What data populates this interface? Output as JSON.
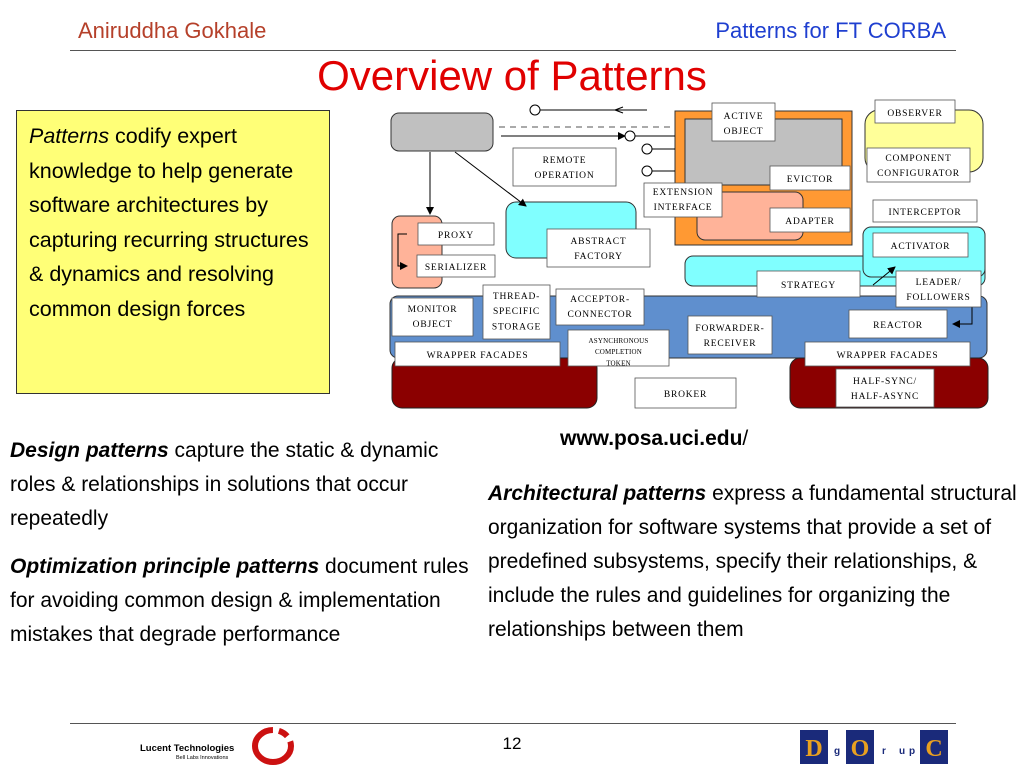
{
  "header": {
    "author": "Aniruddha Gokhale",
    "topic": "Patterns for FT CORBA"
  },
  "title": "Overview of Patterns",
  "note": {
    "lead": "Patterns",
    "rest": " codify expert knowledge to help generate software architectures by capturing recurring structures & dynamics and resolving common design forces"
  },
  "diagram": {
    "boxes": {
      "active_object": "ACTIVE OBJECT",
      "observer": "OBSERVER",
      "remote_operation": "REMOTE OPERATION",
      "component_configurator": "COMPONENT CONFIGURATOR",
      "evictor": "EVICTOR",
      "extension_interface": "EXTENSION INTERFACE",
      "adapter": "ADAPTER",
      "interceptor": "INTERCEPTOR",
      "proxy": "PROXY",
      "abstract_factory": "ABSTRACT FACTORY",
      "activator": "ACTIVATOR",
      "serializer": "SERIALIZER",
      "strategy": "STRATEGY",
      "leader_followers": "LEADER/ FOLLOWERS",
      "thread_specific_storage": "THREAD- SPECIFIC STORAGE",
      "acceptor_connector": "ACCEPTOR- CONNECTOR",
      "monitor_object": "MONITOR OBJECT",
      "reactor": "REACTOR",
      "forwarder_receiver": "FORWARDER- RECEIVER",
      "async_completion_token": "ASYNCHRONOUS COMPLETION TOKEN",
      "wrapper_facades_left": "WRAPPER FACADES",
      "wrapper_facades_right": "WRAPPER FACADES",
      "half_sync_half_async": "HALF-SYNC/ HALF-ASYNC",
      "broker": "BROKER"
    }
  },
  "url": {
    "bold": "www.posa.uci.edu",
    "tail": "/"
  },
  "design": {
    "lead": "Design patterns",
    "rest": " capture the static & dynamic roles & relationships in solutions that occur repeatedly"
  },
  "optimization": {
    "lead": "Optimization principle patterns",
    "rest": " document rules for avoiding common design & implementation mistakes that degrade performance"
  },
  "architectural": {
    "lead": "Architectural patterns",
    "rest": " express a fundamental structural organization for software systems that provide a set of predefined subsystems, specify their relationships, & include the rules and guidelines for organizing the relationships between them"
  },
  "footer": {
    "page": "12",
    "lucent_name": "Lucent Technologies",
    "lucent_sub": "Bell Labs Innovations",
    "doc_logo_letters": [
      "D",
      "O",
      "C"
    ],
    "doc_logo_small": [
      "g",
      "r",
      "u",
      "p"
    ]
  },
  "colors": {
    "title": "#e00000",
    "author": "#b5402a",
    "topic": "#1f3fd0",
    "note_bg": "#ffff77",
    "tier_blue": "#5f8fce",
    "tier_dark_red": "#8b0000",
    "orange": "#ff9933",
    "cyan": "#80ffff",
    "light_yellow": "#ffff99",
    "salmon": "#ffb399"
  }
}
